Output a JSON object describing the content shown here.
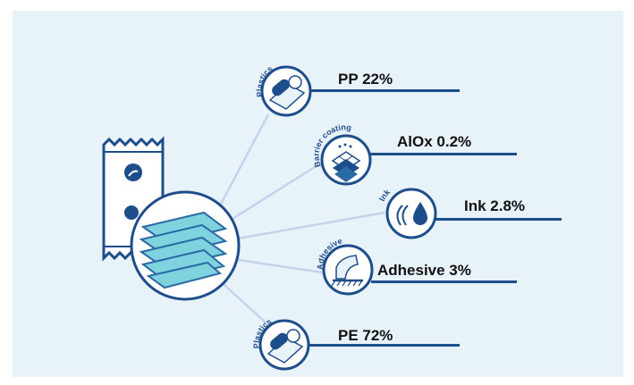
{
  "components": [
    {
      "category": "Plastics",
      "label": "PP 22%"
    },
    {
      "category": "Barrier coating",
      "label": "AlOx 0.2%"
    },
    {
      "category": "Ink",
      "label": "Ink 2.8%"
    },
    {
      "category": "Adhesive",
      "label": "Adhesive 3%"
    },
    {
      "category": "Plastics",
      "label": "PE 72%"
    }
  ],
  "colors": {
    "background": "#e8f2f9",
    "navy": "#1e4d8c",
    "layer": "#7fd3df",
    "layer_edge": "#2a6aa5",
    "connector": "#c5d2ec",
    "text": "#111111"
  },
  "icons": [
    "pouch-package-icon",
    "layer-stack-icon",
    "film-roll-icon",
    "coating-grid-icon",
    "ink-drops-icon",
    "adhesive-applicator-icon",
    "film-roll-icon"
  ]
}
